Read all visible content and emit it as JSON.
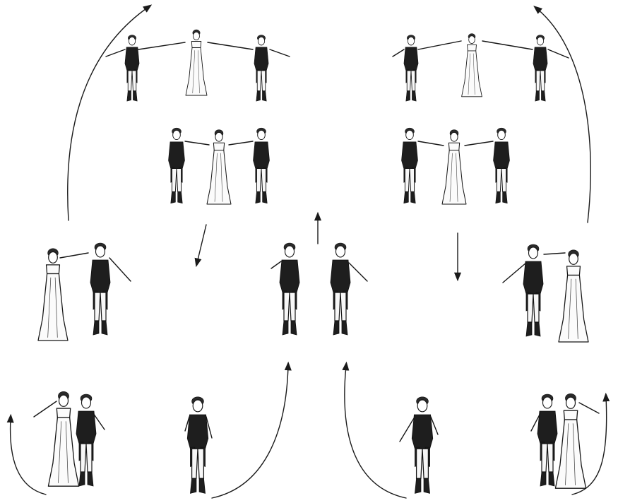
{
  "figure": {
    "background": "#ffffff",
    "ink_color": "#1a1a1a",
    "groups": [
      {
        "name": "trio-top-left-open",
        "figures": [
          "man",
          "lady",
          "man"
        ]
      },
      {
        "name": "trio-top-right-open",
        "figures": [
          "man",
          "lady",
          "man"
        ]
      },
      {
        "name": "trio-left-joined",
        "figures": [
          "man",
          "lady",
          "man"
        ]
      },
      {
        "name": "trio-right-joined",
        "figures": [
          "man",
          "lady",
          "man"
        ]
      },
      {
        "name": "couple-middle-left",
        "figures": [
          "lady",
          "man"
        ]
      },
      {
        "name": "pair-center",
        "figures": [
          "man",
          "man"
        ]
      },
      {
        "name": "couple-middle-right",
        "figures": [
          "man",
          "lady"
        ]
      },
      {
        "name": "couple-bottom-left",
        "figures": [
          "lady",
          "man"
        ]
      },
      {
        "name": "solo-bottom-center-left",
        "figures": [
          "man"
        ]
      },
      {
        "name": "solo-bottom-center-right",
        "figures": [
          "man"
        ]
      },
      {
        "name": "couple-bottom-right",
        "figures": [
          "man",
          "lady"
        ]
      }
    ],
    "arrows": [
      {
        "name": "arc-left-up",
        "direction": "up"
      },
      {
        "name": "arc-right-up",
        "direction": "up"
      },
      {
        "name": "arrow-left-down",
        "direction": "down"
      },
      {
        "name": "arrow-center-up",
        "direction": "up"
      },
      {
        "name": "arrow-right-down",
        "direction": "down"
      },
      {
        "name": "curl-bottom-left",
        "direction": "up"
      },
      {
        "name": "curl-bottom-center-left",
        "direction": "up"
      },
      {
        "name": "curl-bottom-center-right",
        "direction": "up"
      },
      {
        "name": "curl-bottom-right",
        "direction": "up"
      }
    ]
  }
}
